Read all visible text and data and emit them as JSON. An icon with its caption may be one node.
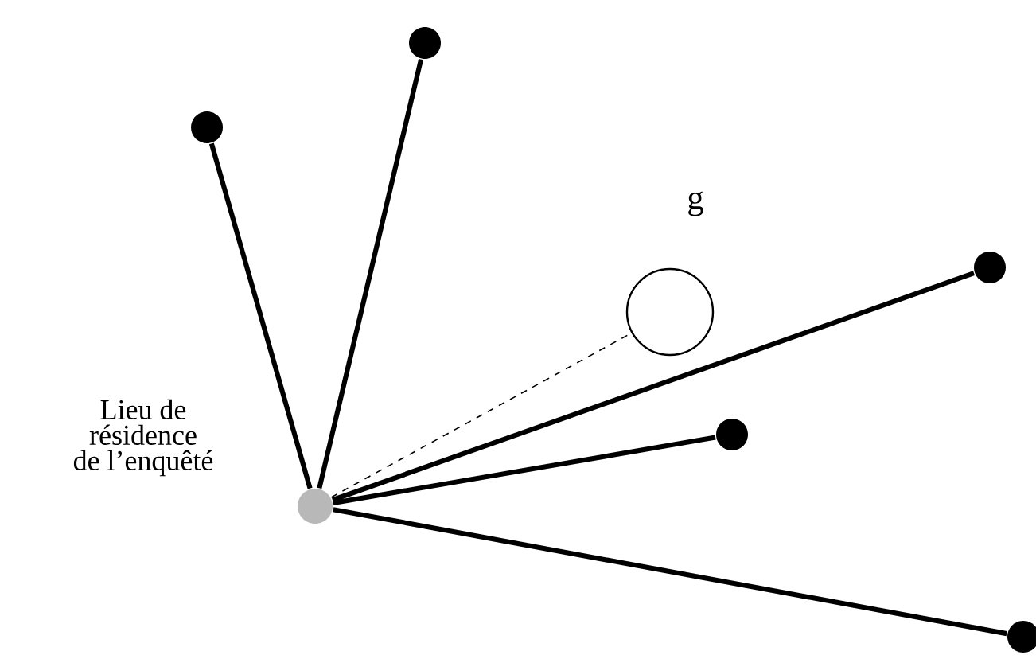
{
  "diagram": {
    "nodes": [
      {
        "text": [],
        "shape": "circle",
        "beside": [
          "Lieu de résidence de l’enquêté"
        ]
      },
      {
        "text": [],
        "shape": "circle"
      },
      {
        "text": [],
        "shape": "circle"
      },
      {
        "text": [],
        "shape": "circle",
        "beside": [
          "g"
        ]
      },
      {
        "text": [],
        "shape": "circle"
      },
      {
        "text": [],
        "shape": "circle"
      },
      {
        "text": [],
        "shape": "circle"
      }
    ],
    "edges": [
      {
        "from": 0,
        "to": 1,
        "arrow": "none"
      },
      {
        "from": 0,
        "to": 2,
        "arrow": "none"
      },
      {
        "from": 0,
        "to": 3,
        "arrow": "none",
        "style": "dashed"
      },
      {
        "from": 0,
        "to": 4,
        "arrow": "none"
      },
      {
        "from": 0,
        "to": 5,
        "arrow": "none"
      },
      {
        "from": 0,
        "to": 6,
        "arrow": "none"
      }
    ]
  }
}
